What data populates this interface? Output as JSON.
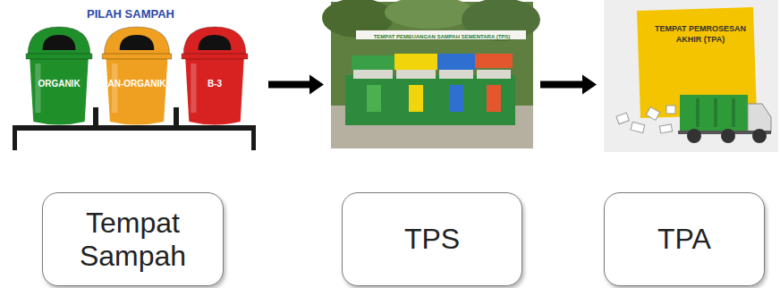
{
  "diagram": {
    "nodes": [
      {
        "text": [
          "PILAH SAMPAH"
        ]
      },
      {
        "text": [
          "ORGANIK"
        ],
        "in": 0
      },
      {
        "text": [
          "AN-ORGANIK"
        ],
        "in": 0
      },
      {
        "text": [
          "B-3"
        ],
        "in": 0
      },
      {
        "text": [
          "TEMPAT PEMBUANGAN SAMPAH SEMENTARA (TPS)"
        ]
      },
      {
        "text": [
          "TEMPAT PEMROSESAN AKHIR (TPA)"
        ]
      },
      {
        "text": [
          "Tempat Sampah"
        ]
      },
      {
        "text": [
          "TPS"
        ]
      },
      {
        "text": [
          "TPA"
        ]
      }
    ],
    "edges": [
      {
        "from": 0,
        "to": 4,
        "arrow": "to"
      },
      {
        "from": 4,
        "to": 5,
        "arrow": "to"
      }
    ]
  }
}
